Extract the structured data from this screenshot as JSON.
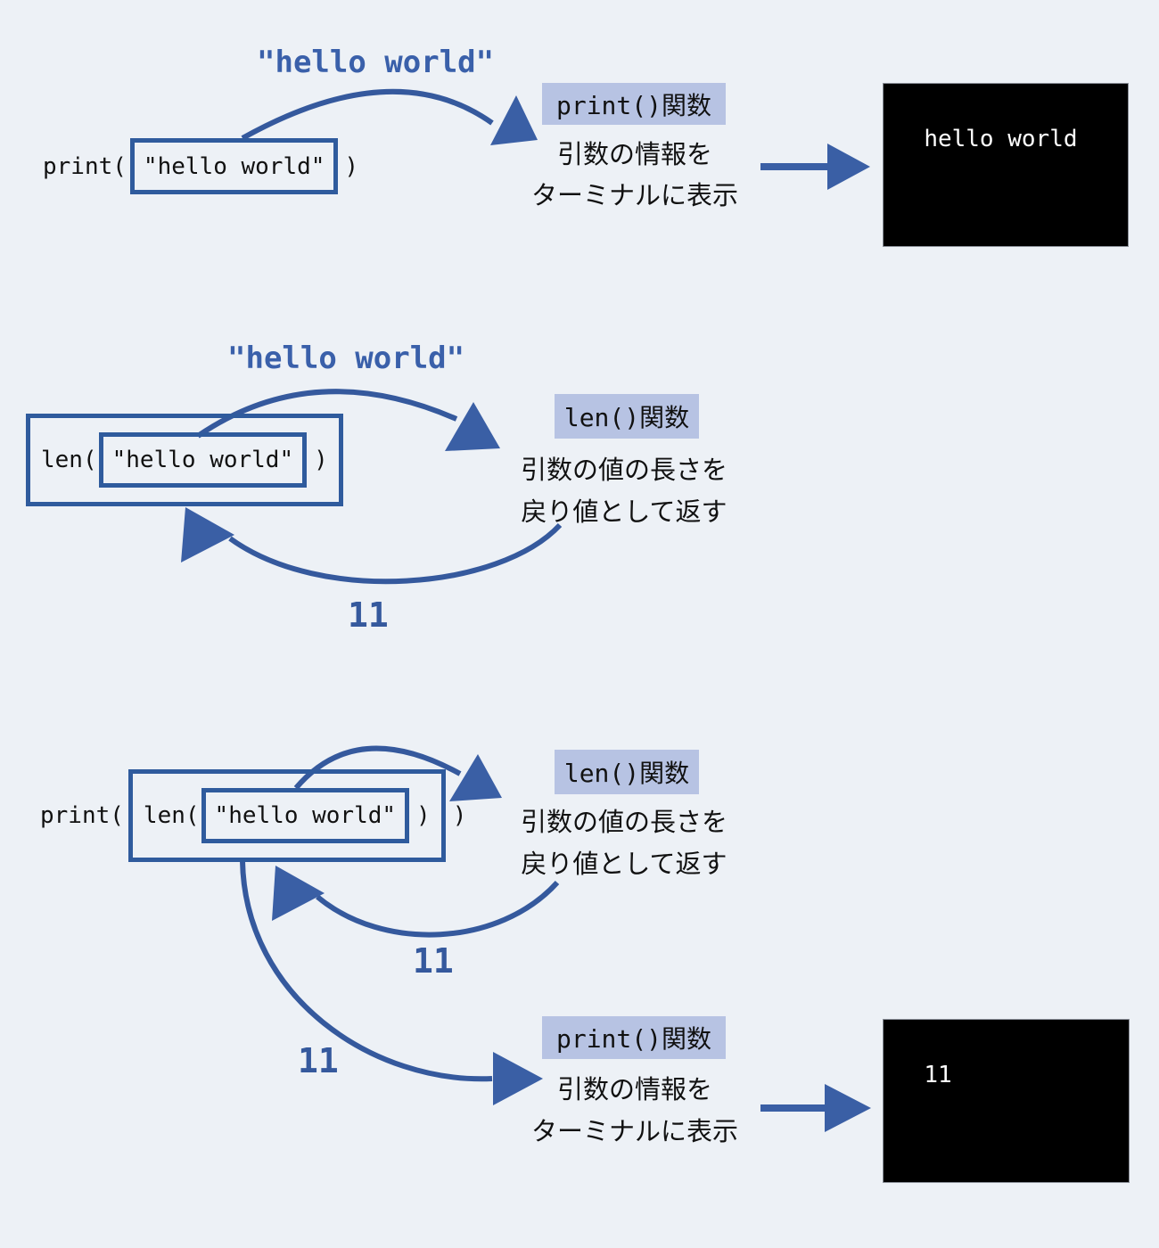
{
  "colors": {
    "background": "#edf1f6",
    "blue": "#35599d",
    "arrow_fill": "#3a5fa5",
    "box_border": "#2f5b9d",
    "highlight": "#b7c3e3",
    "terminal_bg": "#000000",
    "terminal_text": "#ffffff"
  },
  "section1": {
    "arg_label": "\"hello world\"",
    "code": {
      "prefix": "print(",
      "arg": "\"hello world\"",
      "suffix": ")"
    },
    "func": {
      "title": "print()関数",
      "desc1": "引数の情報を",
      "desc2": "ターミナルに表示"
    },
    "terminal_output": "hello world"
  },
  "section2": {
    "arg_label": "\"hello world\"",
    "code": {
      "prefix": "len(",
      "arg": "\"hello world\"",
      "suffix": ")"
    },
    "func": {
      "title": "len()関数",
      "desc1": "引数の値の長さを",
      "desc2": "戻り値として返す"
    },
    "return_value": "11"
  },
  "section3": {
    "code": {
      "prefix": "print(",
      "inner_prefix": "len(",
      "arg": "\"hello world\"",
      "inner_suffix": ")",
      "suffix": ")"
    },
    "len_func": {
      "title": "len()関数",
      "desc1": "引数の値の長さを",
      "desc2": "戻り値として返す"
    },
    "len_return_value": "11",
    "print_arg_value": "11",
    "print_func": {
      "title": "print()関数",
      "desc1": "引数の情報を",
      "desc2": "ターミナルに表示"
    },
    "terminal_output": "11"
  }
}
